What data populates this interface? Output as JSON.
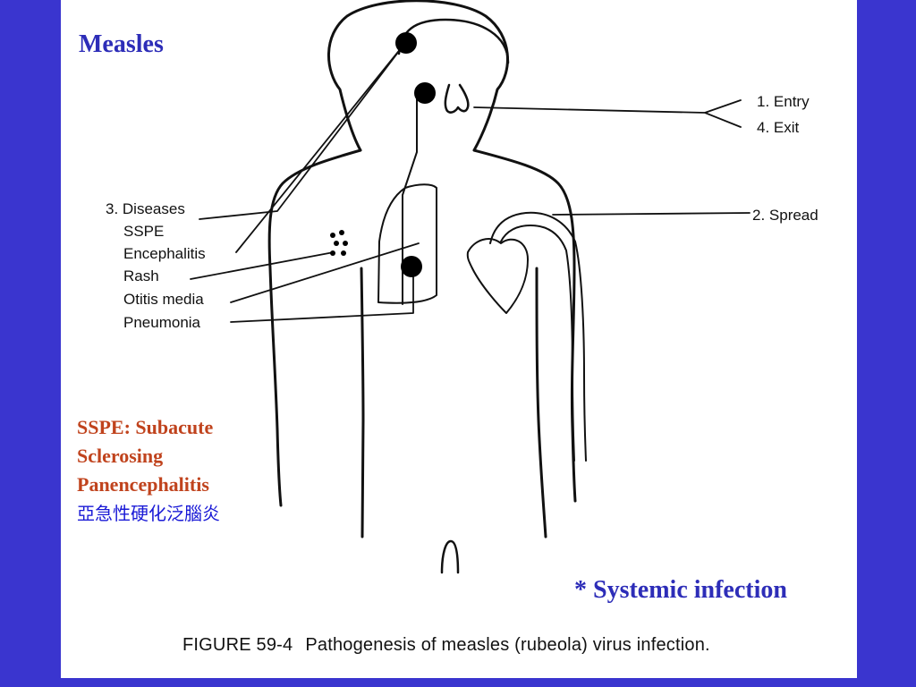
{
  "title": "Measles",
  "diagram": {
    "entry_label": "1. Entry",
    "exit_label": "4. Exit",
    "spread_label": "2. Spread",
    "diseases_header": "3. Diseases",
    "diseases": [
      "SSPE",
      "Encephalitis",
      "Rash",
      "Otitis media",
      "Pneumonia"
    ]
  },
  "sspe_note": {
    "line1": "SSPE: Subacute",
    "line2": "Sclerosing",
    "line3": "Panencephalitis",
    "chinese": "亞急性硬化泛腦炎"
  },
  "systemic_note": "* Systemic infection",
  "caption": {
    "figure": "FIGURE  59-4",
    "text": "Pathogenesis of measles (rubeola) virus infection."
  },
  "colors": {
    "background": "#3a35cf",
    "title": "#2d2db8",
    "sspe_text": "#c0431d",
    "chinese_text": "#1a1ad6"
  }
}
